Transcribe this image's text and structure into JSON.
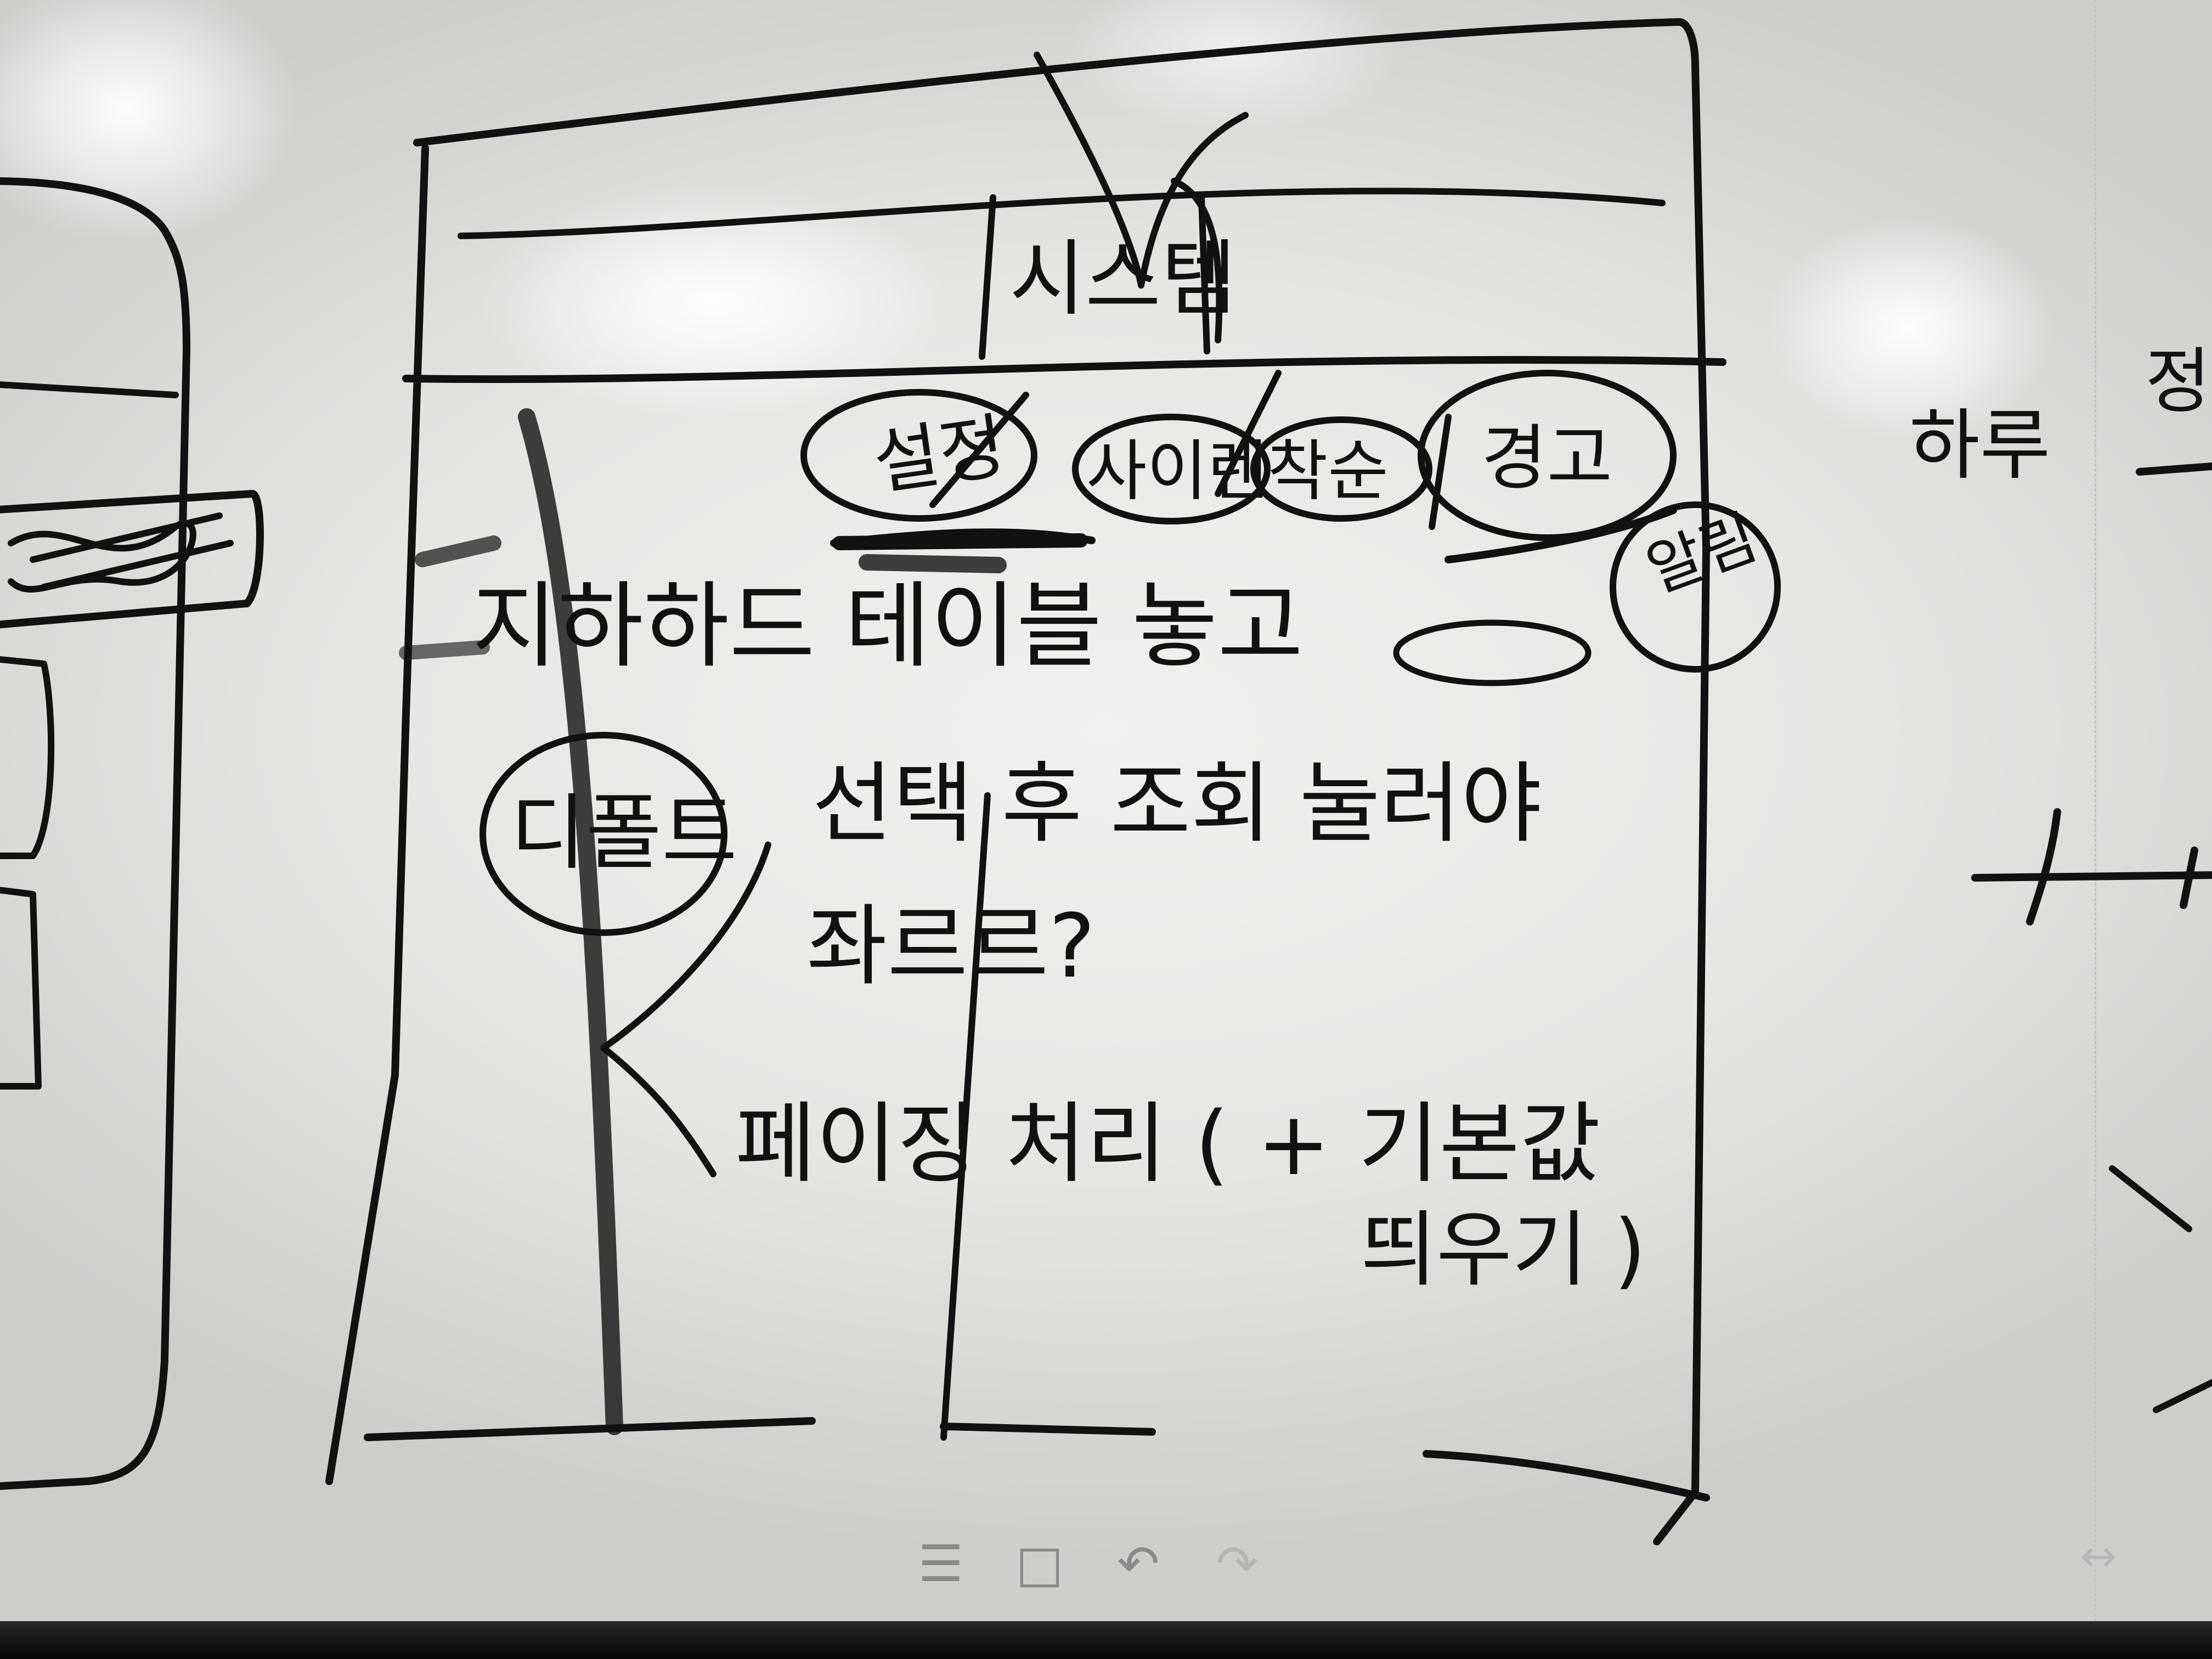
{
  "whiteboard": {
    "top_label": "시스템",
    "tabs": [
      "설정",
      "사이렌",
      "착순",
      "경고",
      "알림"
    ],
    "line1": "지하하드 테이블 놓고",
    "default_bubble": "디폴트",
    "default_text_1": "선택 후 조회 눌러야",
    "default_text_2": "좌르르?",
    "paging_line": "페이징 처리 ( + 기본값",
    "paging_line_2": "띄우기 )",
    "right_text_1": "정",
    "right_text_2": "하루"
  },
  "toolbar": {
    "menu_icon": "menu-icon",
    "rectangle_icon": "rectangle-select-icon",
    "undo_icon": "undo-icon",
    "redo_icon": "redo-icon",
    "resize_icon": "resize-horizontal-icon"
  }
}
